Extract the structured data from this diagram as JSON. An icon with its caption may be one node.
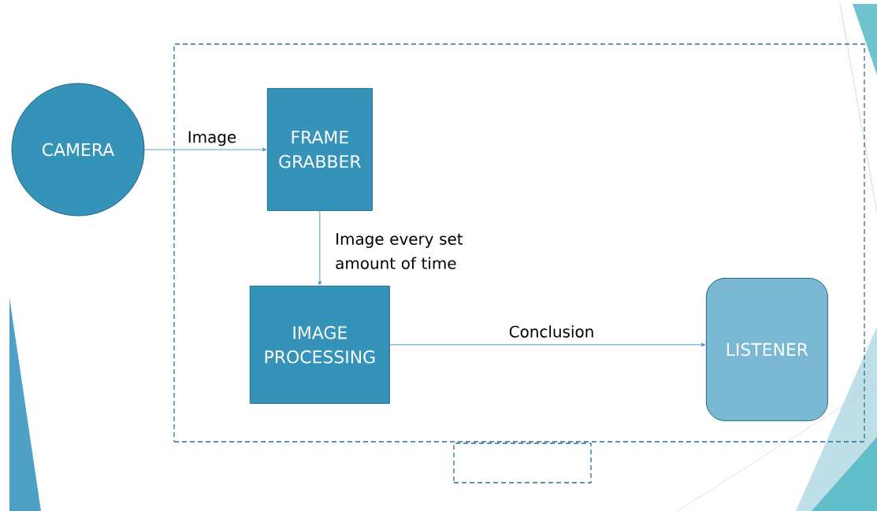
{
  "diagram": {
    "nodes": [
      {
        "text": [],
        "shape": "box"
      },
      {
        "text": [
          "CAMERA"
        ]
      },
      {
        "text": [
          "FRAME GRABBER"
        ],
        "in": 0
      },
      {
        "text": [
          "IMAGE PROCESSING"
        ],
        "in": 0
      },
      {
        "text": [
          "LISTENER"
        ],
        "in": 0
      },
      {
        "text": [],
        "shape": "box"
      }
    ],
    "edges": [
      {
        "from": 1,
        "to": 2,
        "arrow": "to",
        "label": "Image"
      },
      {
        "from": 2,
        "to": 3,
        "arrow": "to",
        "label": "Image every set amount of time"
      },
      {
        "from": 3,
        "to": 4,
        "arrow": "to",
        "label": "Conclusion"
      }
    ]
  }
}
